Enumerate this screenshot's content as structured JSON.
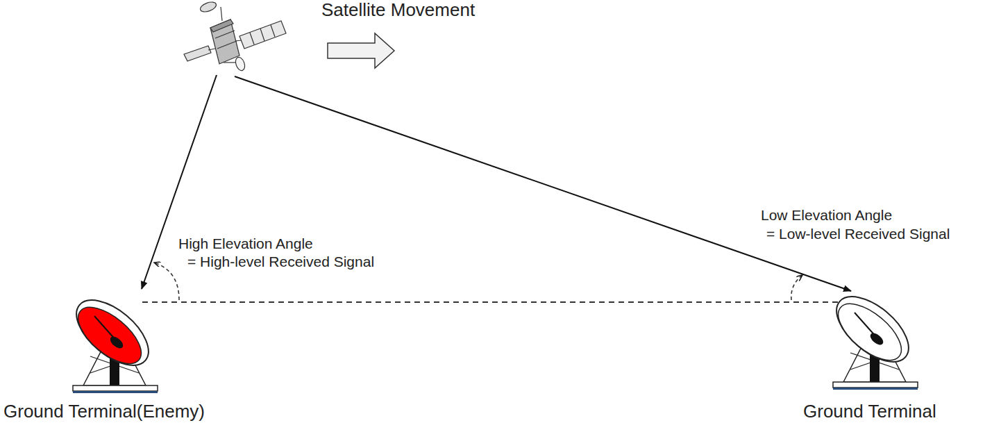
{
  "diagram": {
    "nodes": [
      {
        "text": [
          "Ground Terminal(Enemy)"
        ]
      },
      {
        "text": [
          "Ground Terminal"
        ]
      }
    ],
    "labels": [
      "Satellite Movement",
      "High Elevation Angle",
      "= High-level Received Signal",
      "Low Elevation Angle",
      "= Low-level Received Signal"
    ]
  }
}
